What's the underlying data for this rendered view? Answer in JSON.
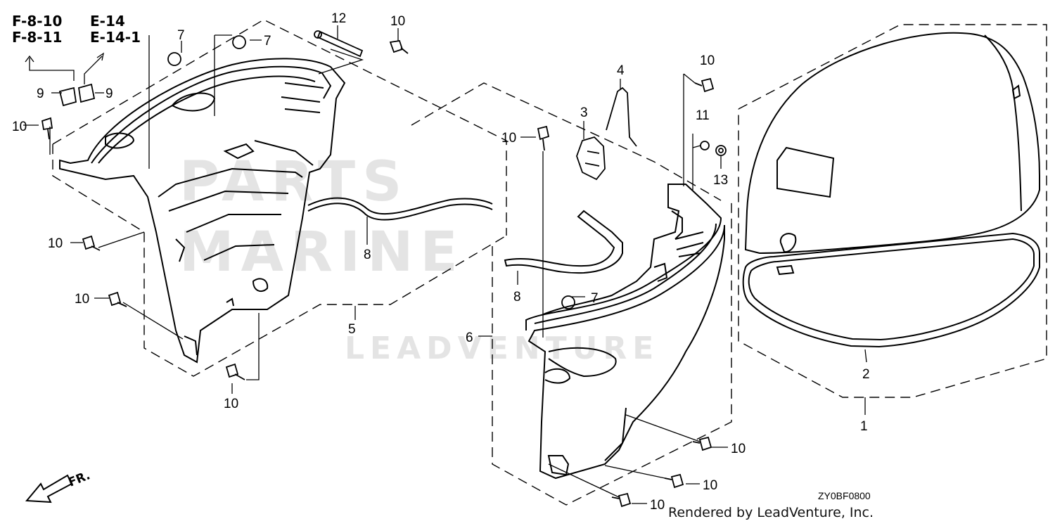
{
  "references": {
    "left_col": [
      "F-8-10",
      "F-8-11"
    ],
    "right_col": [
      "E-14",
      "E-14-1"
    ]
  },
  "callouts": [
    {
      "id": "p12",
      "text": "12"
    },
    {
      "id": "p10a",
      "text": "10"
    },
    {
      "id": "p7a",
      "text": "7"
    },
    {
      "id": "p7b",
      "text": "7"
    },
    {
      "id": "p9a",
      "text": "9"
    },
    {
      "id": "p9b",
      "text": "9"
    },
    {
      "id": "p10b",
      "text": "10"
    },
    {
      "id": "p10c",
      "text": "10"
    },
    {
      "id": "p10d",
      "text": "10"
    },
    {
      "id": "p10e",
      "text": "10"
    },
    {
      "id": "p5",
      "text": "5"
    },
    {
      "id": "p8a",
      "text": "8"
    },
    {
      "id": "p4",
      "text": "4"
    },
    {
      "id": "p3",
      "text": "3"
    },
    {
      "id": "p10f",
      "text": "10"
    },
    {
      "id": "p10g",
      "text": "10"
    },
    {
      "id": "p11",
      "text": "11"
    },
    {
      "id": "p13",
      "text": "13"
    },
    {
      "id": "p8b",
      "text": "8"
    },
    {
      "id": "p7c",
      "text": "7"
    },
    {
      "id": "p6",
      "text": "6"
    },
    {
      "id": "p2",
      "text": "2"
    },
    {
      "id": "p1",
      "text": "1"
    },
    {
      "id": "p10h",
      "text": "10"
    },
    {
      "id": "p10i",
      "text": "10"
    },
    {
      "id": "p10j",
      "text": "10"
    }
  ],
  "direction_label": "FR.",
  "diagram_code": "ZY0BF0800",
  "credit": "Rendered by LeadVenture, Inc.",
  "watermark": {
    "line1": "PARTS",
    "line2": "MARINE",
    "line3": "LEADVENTURE"
  },
  "colors": {
    "line": "#000000",
    "watermark": "#cfcfcf"
  }
}
